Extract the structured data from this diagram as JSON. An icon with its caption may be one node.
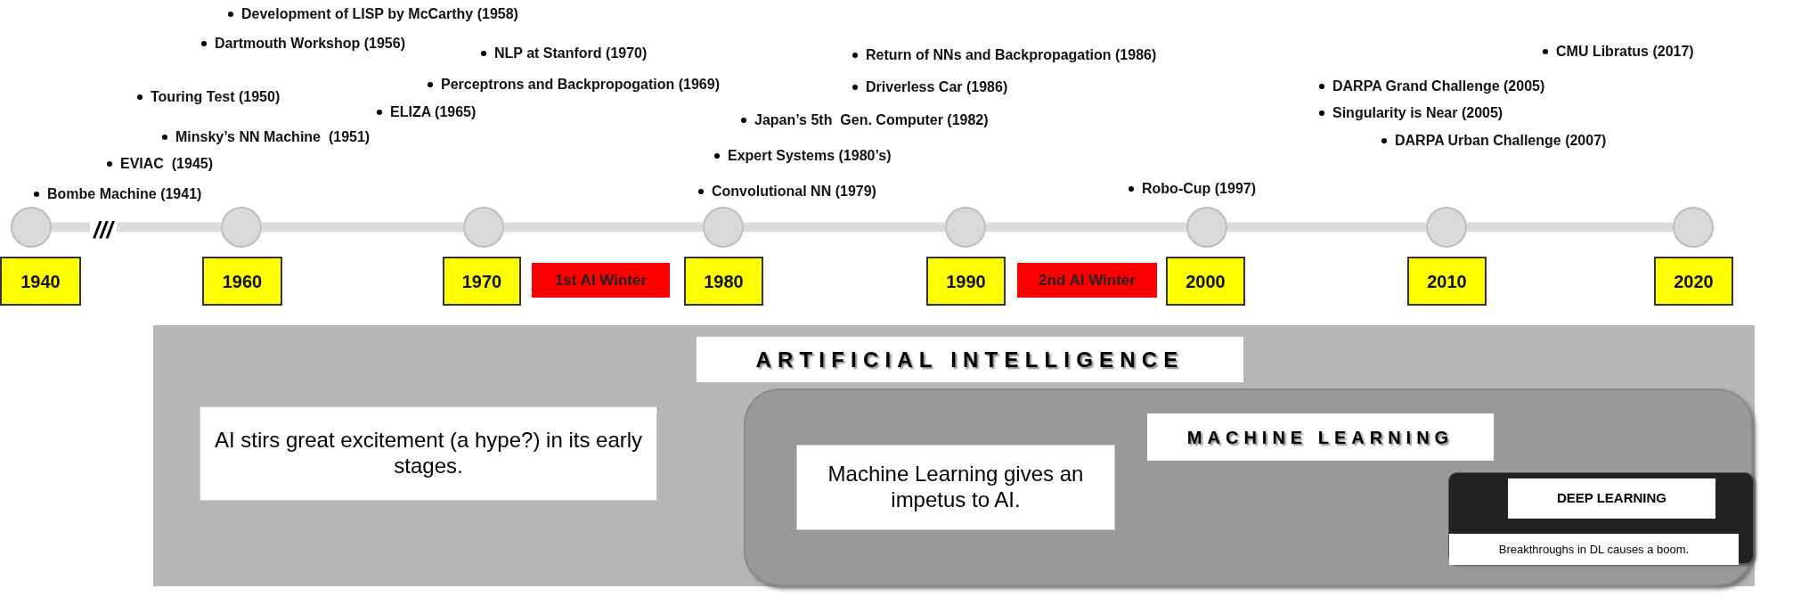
{
  "diagram": {
    "nodes": [
      {
        "text": [],
        "shape": "circle"
      },
      {
        "text": [],
        "shape": "circle"
      },
      {
        "text": [],
        "shape": "circle"
      },
      {
        "text": [],
        "shape": "circle"
      },
      {
        "text": [],
        "shape": "circle"
      },
      {
        "text": [],
        "shape": "circle"
      },
      {
        "text": [],
        "shape": "circle"
      },
      {
        "text": [],
        "shape": "circle"
      },
      {
        "text": [
          "1940"
        ]
      },
      {
        "text": [
          "1960"
        ]
      },
      {
        "text": [
          "1970"
        ]
      },
      {
        "text": [
          "1st AI Winter"
        ]
      },
      {
        "text": [
          "1980"
        ]
      },
      {
        "text": [
          "1990"
        ]
      },
      {
        "text": [
          "2nd AI Winter"
        ]
      },
      {
        "text": [
          "2000"
        ]
      },
      {
        "text": [
          "2010"
        ]
      },
      {
        "text": [
          "2020"
        ]
      },
      {
        "text": [],
        "shape": "box"
      },
      {
        "text": [
          "ARTIFICIAL INTELLIGENCE"
        ],
        "in": 18
      },
      {
        "text": [
          "AI stirs great excitement (a hype?) in its early stages."
        ],
        "in": 18
      },
      {
        "text": [],
        "shape": "box",
        "in": 18
      },
      {
        "text": [
          "MACHINE LEARNING"
        ],
        "in": 21
      },
      {
        "text": [
          "Machine Learning gives an impetus to AI."
        ],
        "in": 21
      },
      {
        "text": [],
        "shape": "box",
        "in": 21
      },
      {
        "text": [
          "DEEP LEARNING"
        ],
        "in": 24
      },
      {
        "text": [
          "Breakthroughs in DL causes a boom."
        ],
        "in": 24
      }
    ],
    "edges": [
      {
        "from": 0,
        "to": 1,
        "arrow": "none",
        "label": "///"
      },
      {
        "from": 1,
        "to": 2,
        "arrow": "none"
      },
      {
        "from": 2,
        "to": 3,
        "arrow": "none"
      },
      {
        "from": 3,
        "to": 4,
        "arrow": "none"
      },
      {
        "from": 4,
        "to": 5,
        "arrow": "none"
      },
      {
        "from": 5,
        "to": 6,
        "arrow": "none"
      },
      {
        "from": 6,
        "to": 7,
        "arrow": "none"
      }
    ],
    "labels": [
      "Development of LISP by McCarthy (1958)",
      "Dartmouth Workshop (1956)",
      "CMU Libratus (2017)",
      "NLP at Stanford (1970)",
      "Return of NNs and Backpropagation (1986)",
      "Perceptrons and Backpropogation (1969)",
      "DARPA Grand Challenge (2005)",
      "Driverless Car (1986)",
      "Touring Test (1950)",
      "ELIZA (1965)",
      "Singularity is Near (2005)",
      "Japan’s 5th  Gen. Computer (1982)",
      "Minsky’s NN Machine  (1951)",
      "DARPA Urban Challenge (2007)",
      "Expert Systems (1980’s)",
      "EVIAC  (1945)",
      "Robo-Cup (1997)",
      "Convolutional NN (1979)",
      "Bombe Machine (1941)"
    ]
  }
}
